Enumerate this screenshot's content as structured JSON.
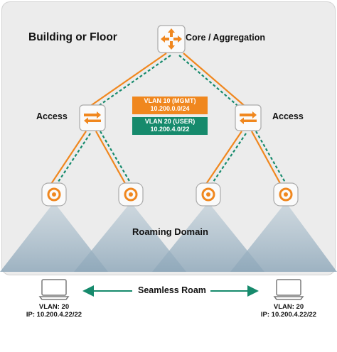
{
  "diagram": {
    "title": "Building or Floor",
    "core_label": "Core / Aggregation",
    "access_left_label": "Access",
    "access_right_label": "Access",
    "roaming_domain_label": "Roaming Domain",
    "seamless_roam_label": "Seamless Roam",
    "vlan_mgmt": {
      "name": "VLAN 10 (MGMT)",
      "subnet": "10.200.0.0/24",
      "color": "#f0871e"
    },
    "vlan_user": {
      "name": "VLAN 20 (USER)",
      "subnet": "10.200.4.0/22",
      "color": "#168a6c"
    },
    "client_left": {
      "vlan": "VLAN: 20",
      "ip": "IP: 10.200.4.22/22"
    },
    "client_right": {
      "vlan": "VLAN: 20",
      "ip": "IP: 10.200.4.22/22"
    },
    "icons": [
      "router-icon",
      "switch-icon",
      "access-point-icon",
      "laptop-icon"
    ],
    "colors": {
      "orange": "#f0871e",
      "green": "#168a6c",
      "coverage": "#9cb3c4"
    }
  }
}
